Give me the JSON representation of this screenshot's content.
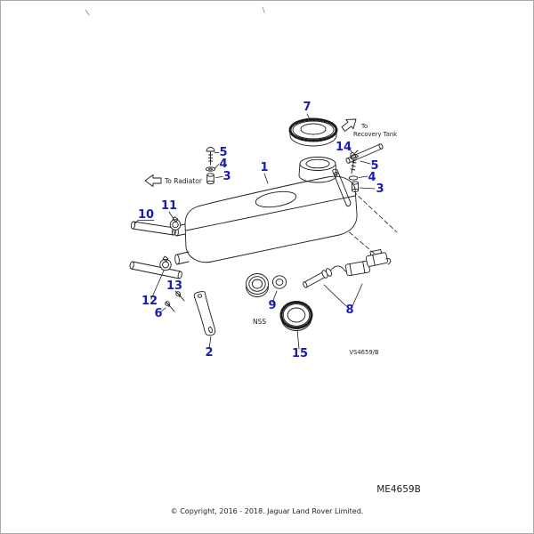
{
  "page": {
    "background": "#ffffff",
    "line_color": "#1c1c1c",
    "callout_color": "#1a1ab5",
    "frame_color": "#a9a9a9"
  },
  "diagram": {
    "callouts": {
      "n1": "1",
      "n2": "2",
      "n3_left": "3",
      "n3_right": "3",
      "n4_left": "4",
      "n4_right": "4",
      "n5_left": "5",
      "n5_right": "5",
      "n6": "6",
      "n7": "7",
      "n8": "8",
      "n9": "9",
      "n10": "10",
      "n11": "11",
      "n12": "12",
      "n13": "13",
      "n14": "14",
      "n15": "15"
    },
    "annotations": {
      "to_radiator": "To Radiator",
      "to_recovery_line1": "To",
      "to_recovery_line2": "Recovery Tank",
      "nss": "NSS",
      "drawing_code": "VS4659/B"
    }
  },
  "footer": {
    "sheet_code": "ME4659B",
    "copyright": "© Copyright, 2016 - 2018. Jaguar Land Rover Limited."
  }
}
